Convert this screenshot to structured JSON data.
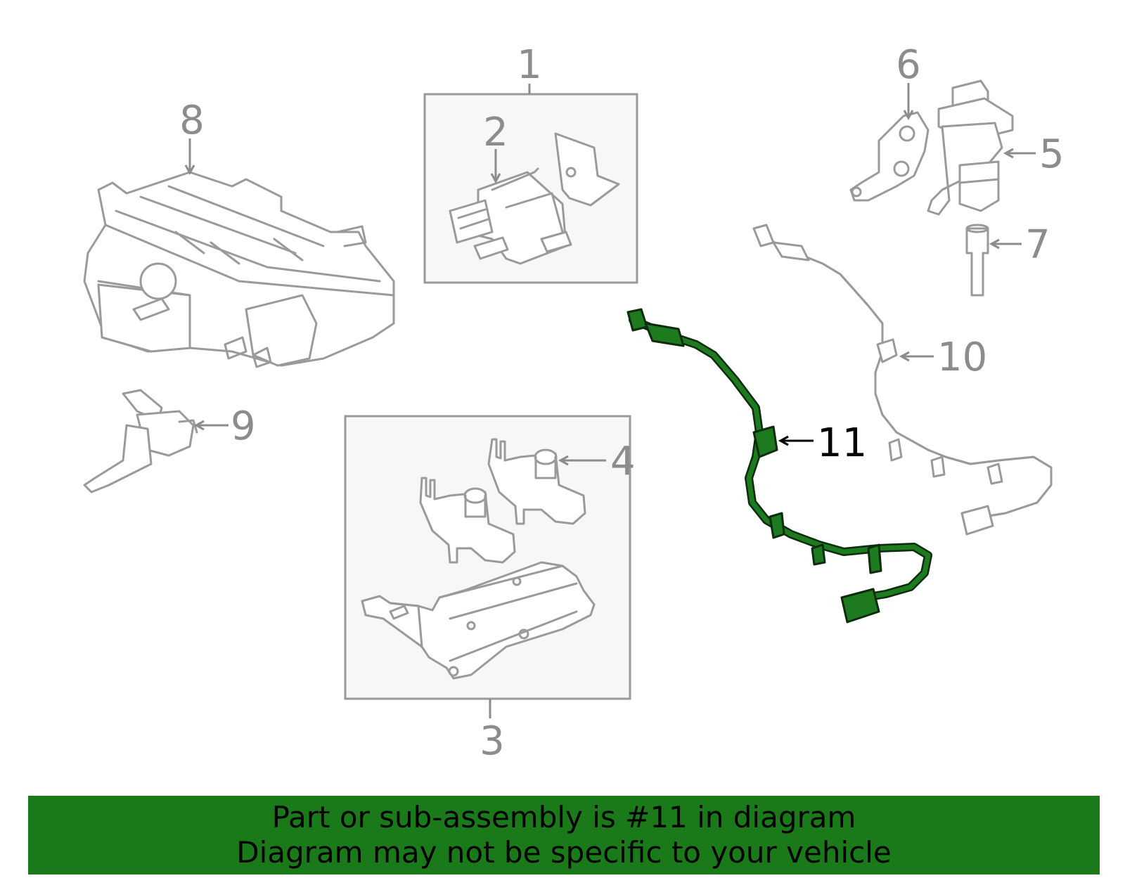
{
  "callouts": {
    "c1": "1",
    "c2": "2",
    "c3": "3",
    "c4": "4",
    "c5": "5",
    "c6": "6",
    "c7": "7",
    "c8": "8",
    "c9": "9",
    "c10": "10",
    "c11": "11"
  },
  "highlighted_part": "11",
  "colors": {
    "highlight": "#1e7a1e",
    "banner": "#1a7a1a",
    "line_art": "#9a9a9a"
  },
  "banner": {
    "line1": "Part or sub-assembly is #11 in diagram",
    "line2": "Diagram may not be specific to your vehicle"
  }
}
